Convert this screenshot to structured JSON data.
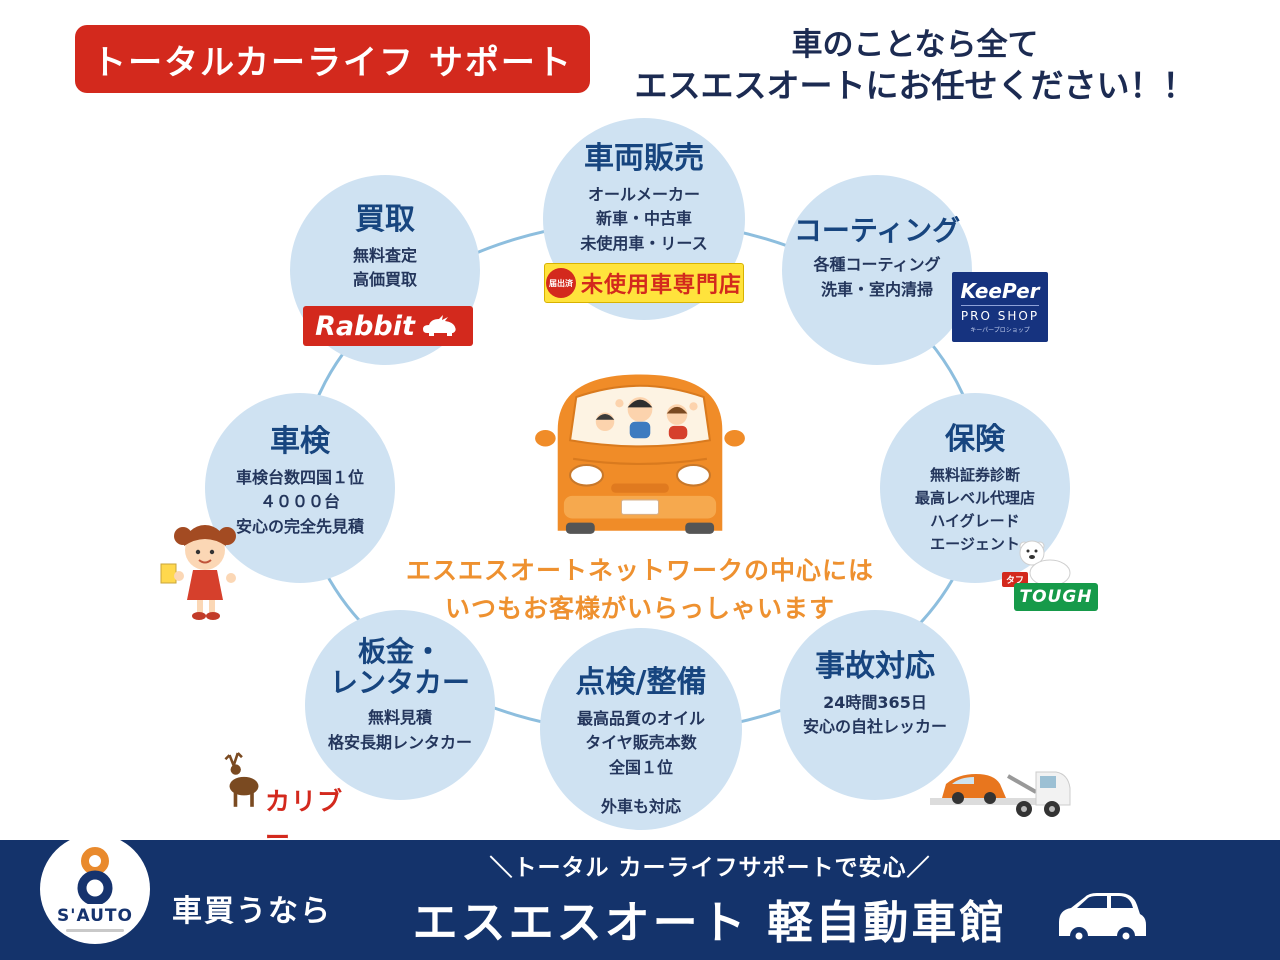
{
  "header": {
    "banner": "トータルカーライフ サポート",
    "tagline_line1": "車のことなら全て",
    "tagline_line2": "エスエスオートにお任せください！！"
  },
  "center": {
    "line1": "エスエスオートネットワークの中心には",
    "line2": "いつもお客様がいらっしゃいます"
  },
  "services": [
    {
      "title": "買取",
      "lines": [
        "無料査定",
        "高価買取"
      ]
    },
    {
      "title": "車両販売",
      "lines": [
        "オールメーカー",
        "新車・中古車",
        "未使用車・リース"
      ]
    },
    {
      "title": "コーティング",
      "lines": [
        "各種コーティング",
        "洗車・室内清掃"
      ]
    },
    {
      "title": "保険",
      "lines": [
        "無料証券診断",
        "最高レベル代理店",
        "ハイグレード",
        "エージェント"
      ]
    },
    {
      "title": "事故対応",
      "lines": [
        "24時間365日",
        "安心の自社レッカー"
      ]
    },
    {
      "title": "点検/整備",
      "lines": [
        "最高品質のオイル",
        "タイヤ販売本数",
        "全国１位",
        "外車も対応"
      ]
    },
    {
      "title": "板金・\nレンタカー",
      "lines": [
        "無料見積",
        "格安長期レンタカー"
      ]
    },
    {
      "title": "車検",
      "lines": [
        "車検台数四国１位",
        "４０００台",
        "安心の完全先見積"
      ]
    }
  ],
  "logos": {
    "rabbit": {
      "label": "Rabbit"
    },
    "unused_car": {
      "stamp": "届出済",
      "label": "未使用車専門店"
    },
    "keeper": {
      "brand": "KeePer",
      "shop": "PRO SHOP",
      "sub": "キーパープロショップ"
    },
    "tough": {
      "label": "TOUGH",
      "tag": "タフ"
    },
    "caribou": {
      "label": "カリブー"
    }
  },
  "footer": {
    "logo": "S'AUTO",
    "lead": "車買うなら",
    "slogan": "＼トータル カーライフサポートで安心／",
    "title": "エスエスオート 軽自動車館"
  },
  "colors": {
    "accent_red": "#d3291d",
    "footer_navy": "#14336b",
    "circle_blue": "#cfe2f2",
    "title_blue": "#17457f",
    "message_orange": "#ee9130",
    "keeper_blue": "#16337f",
    "tough_green": "#169a4a",
    "badge_yellow": "#ffe33c"
  }
}
